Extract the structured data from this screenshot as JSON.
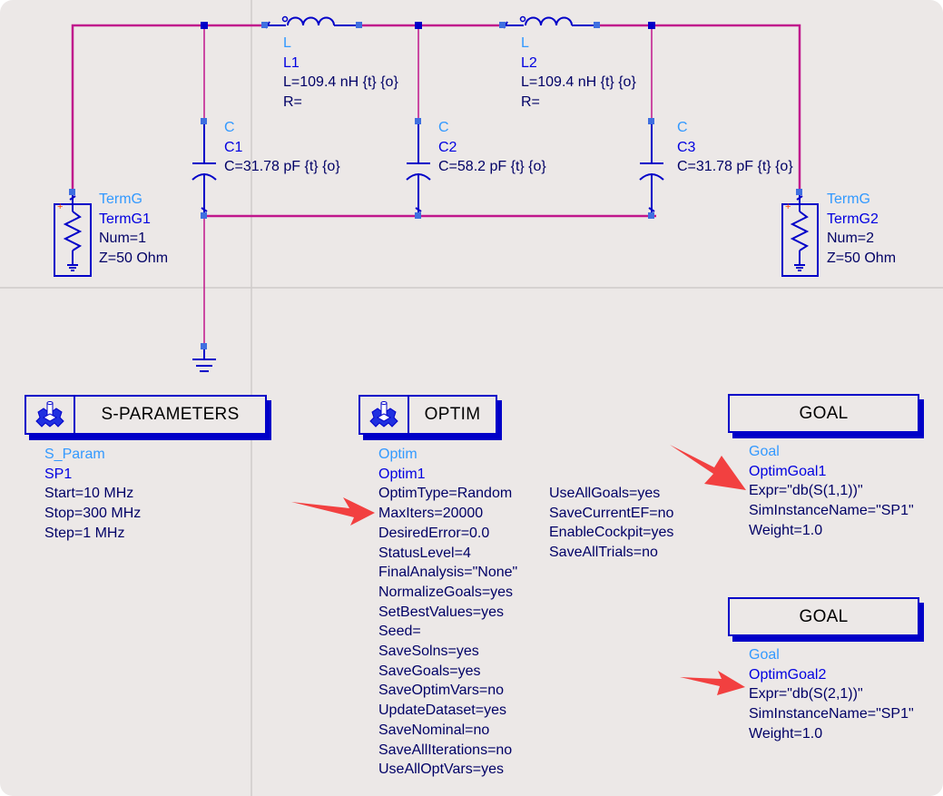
{
  "schematic": {
    "inductors": [
      {
        "type": "L",
        "name": "L1",
        "params": [
          "L=109.4 nH {t} {o}",
          "R="
        ]
      },
      {
        "type": "L",
        "name": "L2",
        "params": [
          "L=109.4 nH {t} {o}",
          "R="
        ]
      }
    ],
    "capacitors": [
      {
        "type": "C",
        "name": "C1",
        "params": [
          "C=31.78 pF {t} {o}"
        ]
      },
      {
        "type": "C",
        "name": "C2",
        "params": [
          "C=58.2 pF {t} {o}"
        ]
      },
      {
        "type": "C",
        "name": "C3",
        "params": [
          "C=31.78 pF {t} {o}"
        ]
      }
    ],
    "terminations": [
      {
        "type": "TermG",
        "name": "TermG1",
        "params": [
          "Num=1",
          "Z=50 Ohm"
        ],
        "polarity": "+"
      },
      {
        "type": "TermG",
        "name": "TermG2",
        "params": [
          "Num=2",
          "Z=50 Ohm"
        ],
        "polarity": "+"
      }
    ],
    "ground": {
      "symbol": "ground-icon"
    }
  },
  "controllers": {
    "sparams": {
      "title": "S-PARAMETERS",
      "icon": "gear-icon",
      "type": "S_Param",
      "name": "SP1",
      "params": [
        "Start=10 MHz",
        "Stop=300 MHz",
        "Step=1 MHz"
      ]
    },
    "optim": {
      "title": "OPTIM",
      "icon": "gear-icon",
      "type": "Optim",
      "name": "Optim1",
      "params_col1": [
        "OptimType=Random",
        "MaxIters=20000",
        "DesiredError=0.0",
        "StatusLevel=4",
        "FinalAnalysis=\"None\"",
        "NormalizeGoals=yes",
        "SetBestValues=yes",
        "Seed=",
        "SaveSolns=yes",
        "SaveGoals=yes",
        "SaveOptimVars=no",
        "UpdateDataset=yes",
        "SaveNominal=no",
        "SaveAllIterations=no",
        "UseAllOptVars=yes"
      ],
      "params_col2": [
        "UseAllGoals=yes",
        "SaveCurrentEF=no",
        "EnableCockpit=yes",
        "SaveAllTrials=no"
      ]
    },
    "goals": [
      {
        "title": "GOAL",
        "type": "Goal",
        "name": "OptimGoal1",
        "params": [
          "Expr=\"db(S(1,1))\"",
          "SimInstanceName=\"SP1\"",
          "Weight=1.0"
        ]
      },
      {
        "title": "GOAL",
        "type": "Goal",
        "name": "OptimGoal2",
        "params": [
          "Expr=\"db(S(2,1))\"",
          "SimInstanceName=\"SP1\"",
          "Weight=1.0"
        ]
      }
    ]
  },
  "annotations": {
    "arrow_color": "#f24040",
    "arrows": [
      "points-to-MaxIters",
      "points-to-OptimGoal1-Expr",
      "points-to-OptimGoal2-Expr"
    ]
  },
  "colors": {
    "wire": "#c0168c",
    "component": "#0000c8",
    "pin": "#3f6fe0",
    "type_label": "#3399ff",
    "instance_label": "#0000e0",
    "param_label": "#000066",
    "background": "#ece8e7"
  }
}
